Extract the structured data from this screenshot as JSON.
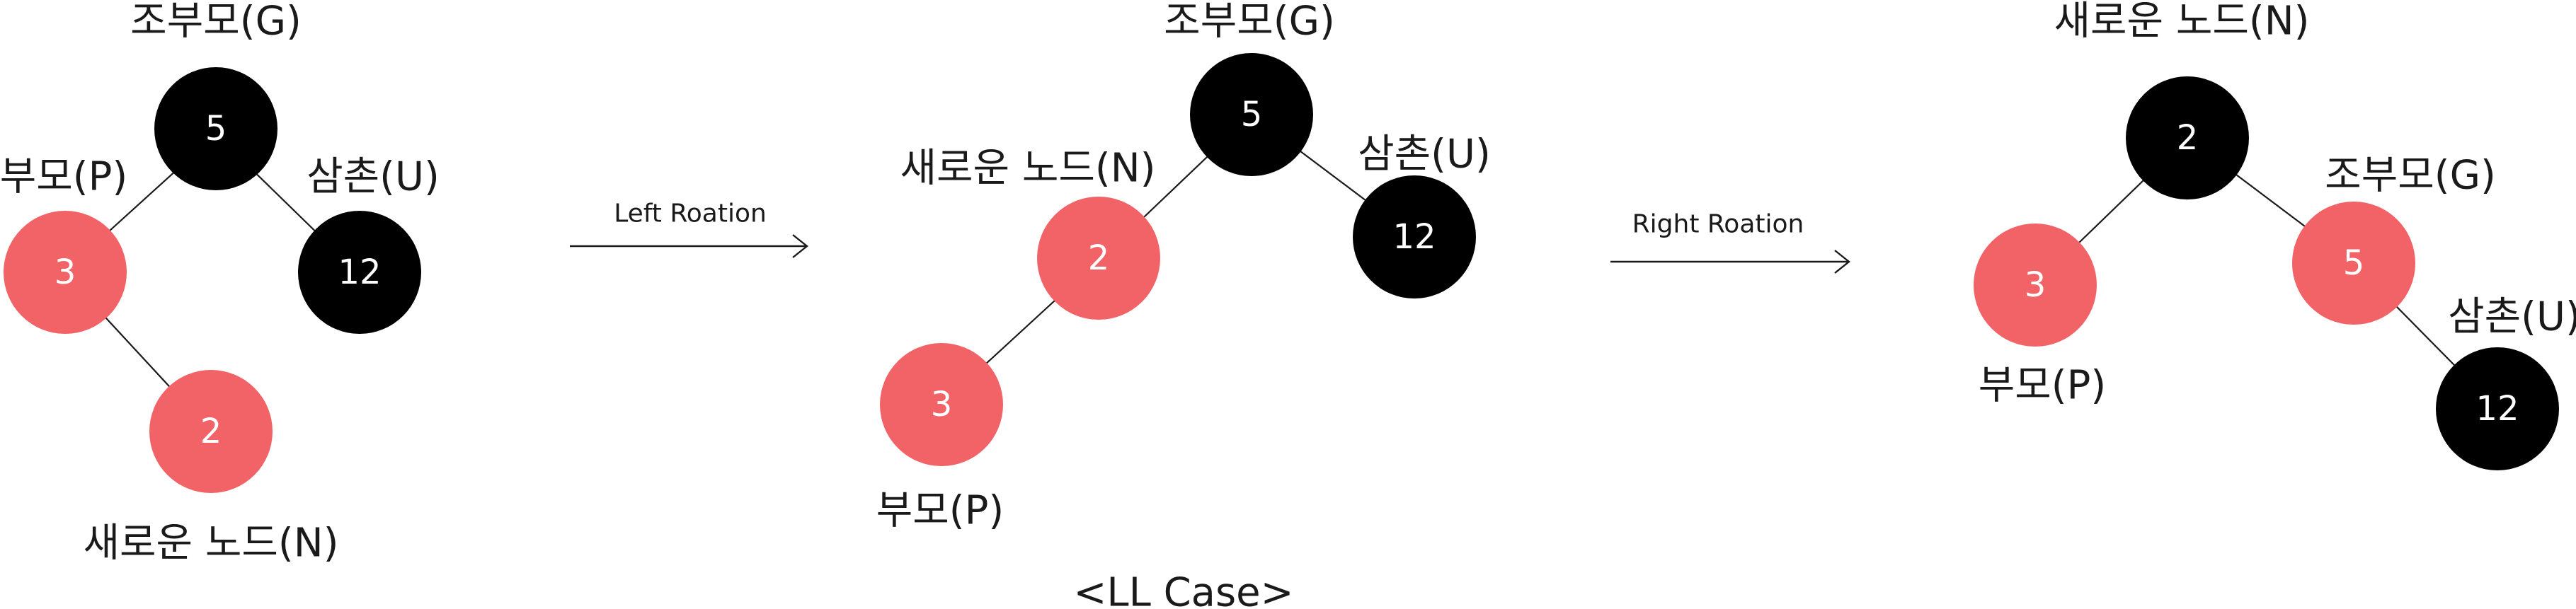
{
  "colors": {
    "black_node": "#000000",
    "red_node": "#f16366",
    "node_text": "#ffffff",
    "line": "#1a1a1a"
  },
  "stage1": {
    "grandparent_label": "조부모(G)",
    "parent_label": "부모(P)",
    "uncle_label": "삼촌(U)",
    "new_node_label": "새로운 노드(N)",
    "grandparent_value": "5",
    "parent_value": "3",
    "uncle_value": "12",
    "new_node_value": "2"
  },
  "arrow1": {
    "label": "Left Roation",
    "icon": "right-arrow"
  },
  "stage2": {
    "grandparent_label": "조부모(G)",
    "new_node_label": "새로운 노드(N)",
    "uncle_label": "삼촌(U)",
    "parent_label": "부모(P)",
    "grandparent_value": "5",
    "new_node_value": "2",
    "uncle_value": "12",
    "parent_value": "3"
  },
  "arrow2": {
    "label": "Right Roation",
    "icon": "right-arrow"
  },
  "stage3": {
    "new_node_label": "새로운 노드(N)",
    "grandparent_label": "조부모(G)",
    "uncle_label": "삼촌(U)",
    "parent_label": "부모(P)",
    "new_node_value": "2",
    "parent_value": "3",
    "grandparent_value": "5",
    "uncle_value": "12"
  },
  "caption": "<LL Case>"
}
